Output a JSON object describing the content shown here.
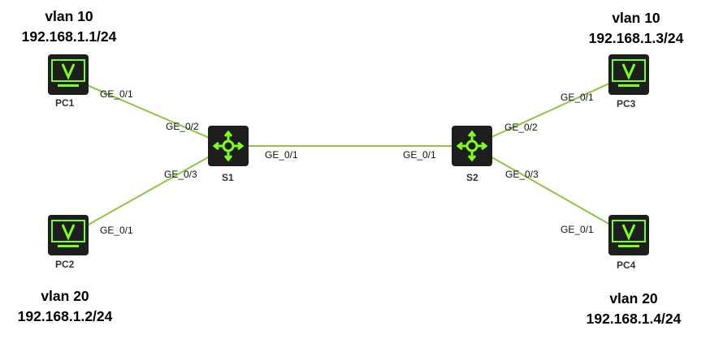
{
  "colors": {
    "link": "#8CC63F",
    "device_body": "#1E1E1E",
    "icon_accent": "#7DFF1E"
  },
  "nodes": {
    "pc1": {
      "label": "PC1",
      "icon": "pc-monitor-icon"
    },
    "pc2": {
      "label": "PC2",
      "icon": "pc-monitor-icon"
    },
    "pc3": {
      "label": "PC3",
      "icon": "pc-monitor-icon"
    },
    "pc4": {
      "label": "PC4",
      "icon": "pc-monitor-icon"
    },
    "s1": {
      "label": "S1",
      "icon": "switch-icon"
    },
    "s2": {
      "label": "S2",
      "icon": "switch-icon"
    }
  },
  "hosts": {
    "pc1": {
      "vlan": "vlan 10",
      "ip": "192.168.1.1/24"
    },
    "pc2": {
      "vlan": "vlan 20",
      "ip": "192.168.1.2/24"
    },
    "pc3": {
      "vlan": "vlan 10",
      "ip": "192.168.1.3/24"
    },
    "pc4": {
      "vlan": "vlan 20",
      "ip": "192.168.1.4/24"
    }
  },
  "links": {
    "pc1_s1": {
      "a_port": "GE_0/1",
      "b_port": "GE_0/2"
    },
    "pc2_s1": {
      "a_port": "GE_0/1",
      "b_port": "GE_0/3"
    },
    "s1_s2": {
      "a_port": "GE_0/1",
      "b_port": "GE_0/1"
    },
    "s2_pc3": {
      "a_port": "GE_0/2",
      "b_port": "GE_0/1"
    },
    "s2_pc4": {
      "a_port": "GE_0/3",
      "b_port": "GE_0/1"
    }
  }
}
